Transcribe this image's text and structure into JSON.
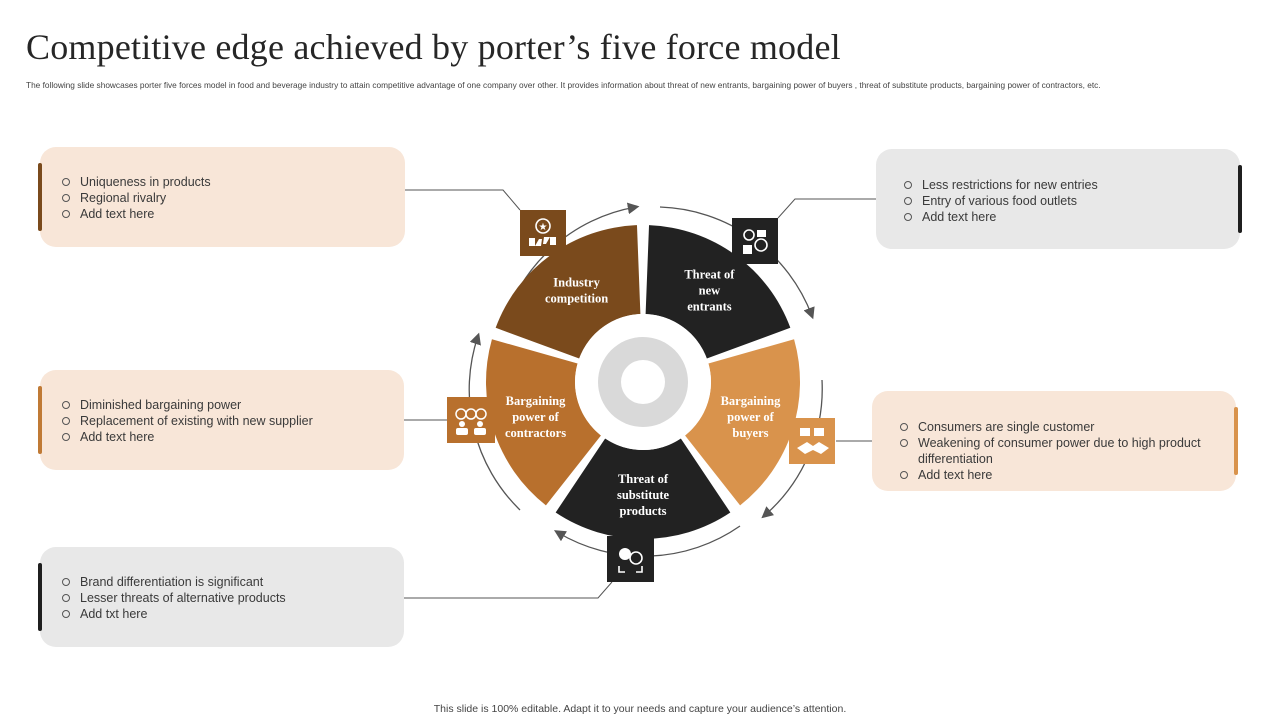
{
  "title": "Competitive edge achieved by porter’s five force model",
  "subtitle": "The following slide showcases porter five forces model in food and beverage industry to attain competitive advantage of one company over other. It provides information about threat of new entrants, bargaining power of buyers , threat of substitute products, bargaining power of contractors, etc.",
  "footer": "This slide is 100% editable. Adapt it to your needs and capture your audience’s attention.",
  "colors": {
    "industry": "#7a4a1c",
    "new_entrants": "#222222",
    "buyers": "#d9934c",
    "substitutes": "#222222",
    "contractors": "#b8702d",
    "box_peach": "#f8e6d8",
    "box_grey": "#e8e8e8",
    "center_ring": "#d9d9d9"
  },
  "forces": {
    "industry": {
      "label": [
        "Industry",
        "competition"
      ],
      "icon": "thumbs-star-icon"
    },
    "new_entrants": {
      "label": [
        "Threat of",
        "new",
        "entrants"
      ],
      "icon": "people-gears-icon"
    },
    "buyers": {
      "label": [
        "Bargaining",
        "power of",
        "buyers"
      ],
      "icon": "handshake-money-icon"
    },
    "substitutes": {
      "label": [
        "Threat of",
        "substitute",
        "products"
      ],
      "icon": "exchange-warning-icon"
    },
    "contractors": {
      "label": [
        "Bargaining",
        "power of",
        "contractors"
      ],
      "icon": "team-money-icon"
    }
  },
  "boxes": {
    "top_left": [
      "Uniqueness  in products",
      "Regional  rivalry",
      "Add text here"
    ],
    "mid_left": [
      "Diminished bargaining  power",
      "Replacement  of existing with new supplier",
      "Add text here"
    ],
    "bottom_left": [
      "Brand differentiation  is significant",
      "Lesser threats of alternative  products",
      "Add txt here"
    ],
    "top_right": [
      "Less restrictions for new entries",
      "Entry of various  food outlets",
      "Add text here"
    ],
    "mid_right": [
      "Consumers are single customer",
      "Weakening of consumer power due to high product differentiation",
      "Add text here"
    ]
  }
}
